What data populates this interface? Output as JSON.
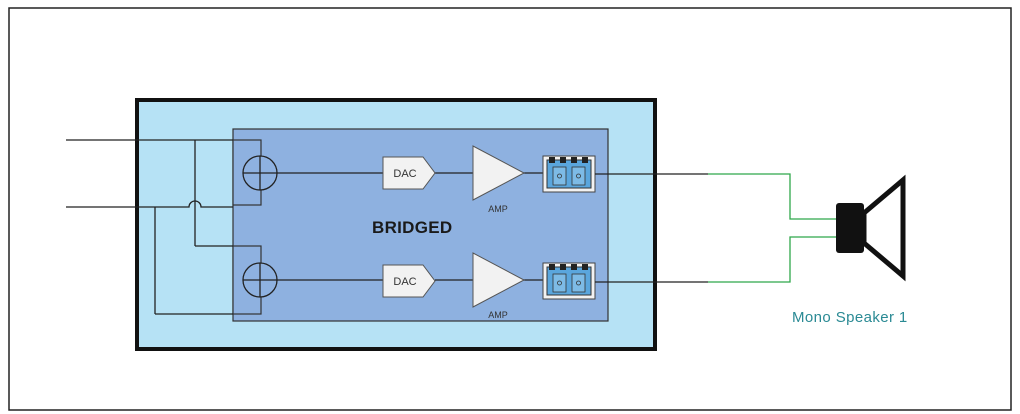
{
  "diagram": {
    "center_label": "BRIDGED",
    "channels": [
      {
        "dac_label": "DAC",
        "amp_label": "AMP"
      },
      {
        "dac_label": "DAC",
        "amp_label": "AMP"
      }
    ],
    "speaker_label": "Mono Speaker 1"
  },
  "colors": {
    "outer_box_fill": "#b6e2f5",
    "inner_box_fill": "#8eb1e0",
    "outline": "#111111",
    "speaker_wire": "#2fa84a",
    "component_fill": "#f2f2f2",
    "speaker_label": "#2a8a94"
  },
  "icons": [
    "input-jack-icon",
    "dac-icon",
    "amp-icon",
    "terminal-block-icon",
    "speaker-icon"
  ]
}
